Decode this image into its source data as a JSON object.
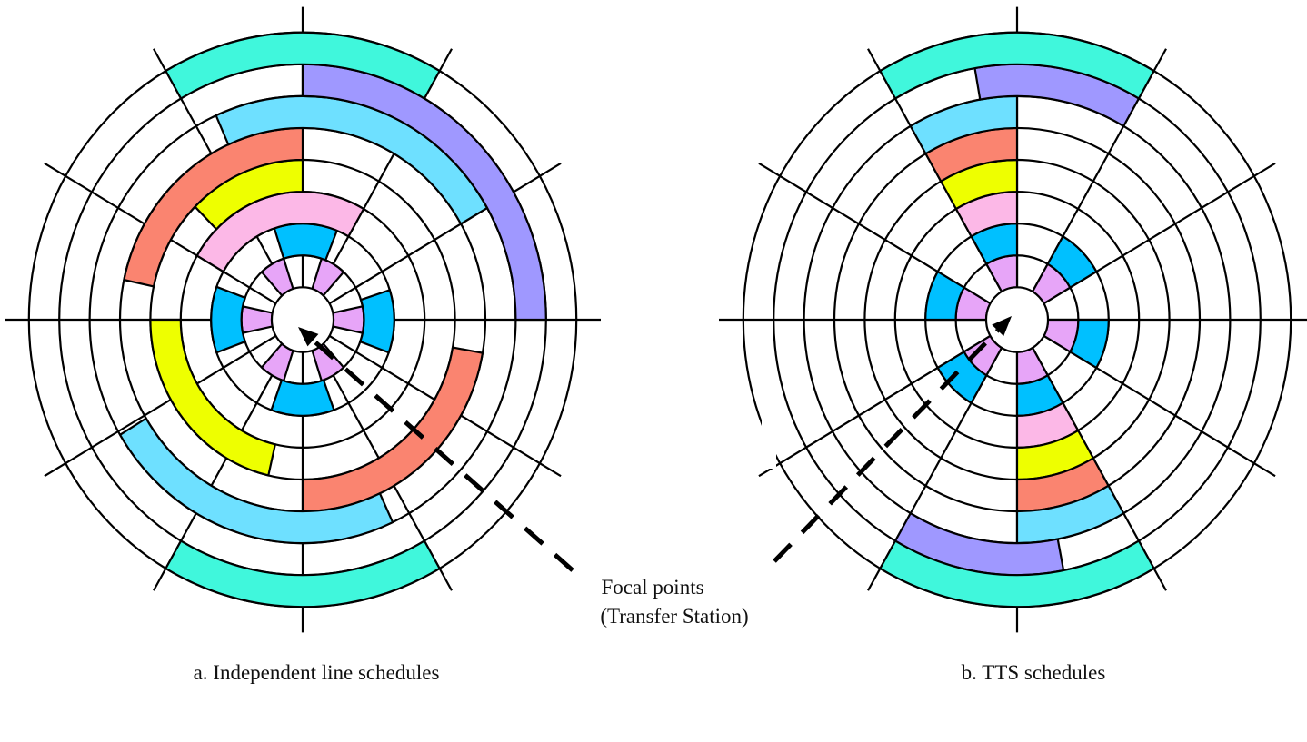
{
  "colors": {
    "teal": "#40F7DC",
    "purple": "#9F98FF",
    "lightblue": "#6EE0FF",
    "red": "#FA8470",
    "yellow": "#EEFF00",
    "pink": "#FCB8E7",
    "blue": "#00C0FF",
    "violet": "#E7A5F8"
  },
  "rings": 8,
  "spokes": 12,
  "focal_label": {
    "line1": "Focal points",
    "line2": "(Transfer Station)"
  },
  "diagrams": [
    {
      "caption": "a. Independent line schedules",
      "segments": [
        {
          "ring": 1,
          "start": -42,
          "end": -18,
          "color": "violet"
        },
        {
          "ring": 1,
          "start": 18,
          "end": 42,
          "color": "violet"
        },
        {
          "ring": 1,
          "start": 78,
          "end": 102,
          "color": "violet"
        },
        {
          "ring": 1,
          "start": 138,
          "end": 162,
          "color": "violet"
        },
        {
          "ring": 1,
          "start": 198,
          "end": 222,
          "color": "violet"
        },
        {
          "ring": 1,
          "start": 258,
          "end": 282,
          "color": "violet"
        },
        {
          "ring": 2,
          "start": -18,
          "end": 22,
          "color": "blue"
        },
        {
          "ring": 2,
          "start": 72,
          "end": 110,
          "color": "blue"
        },
        {
          "ring": 2,
          "start": 160,
          "end": 200,
          "color": "blue"
        },
        {
          "ring": 2,
          "start": 250,
          "end": 290,
          "color": "blue"
        },
        {
          "ring": 3,
          "start": -60,
          "end": 30,
          "color": "pink"
        },
        {
          "ring": 4,
          "start": -45,
          "end": 0,
          "color": "yellow"
        },
        {
          "ring": 4,
          "start": 193,
          "end": 270,
          "color": "yellow"
        },
        {
          "ring": 5,
          "start": -78,
          "end": 0,
          "color": "red"
        },
        {
          "ring": 5,
          "start": 100,
          "end": 180,
          "color": "red"
        },
        {
          "ring": 6,
          "start": -24,
          "end": 60,
          "color": "lightblue"
        },
        {
          "ring": 6,
          "start": 155,
          "end": 239,
          "color": "lightblue"
        },
        {
          "ring": 7,
          "start": 0,
          "end": 90,
          "color": "purple"
        },
        {
          "ring": 8,
          "start": -30,
          "end": 30,
          "color": "teal"
        },
        {
          "ring": 8,
          "start": 150,
          "end": 210,
          "color": "teal"
        }
      ]
    },
    {
      "caption": "b. TTS schedules",
      "segments": [
        {
          "ring": 1,
          "start": -30,
          "end": 0,
          "color": "violet"
        },
        {
          "ring": 1,
          "start": 30,
          "end": 60,
          "color": "violet"
        },
        {
          "ring": 1,
          "start": 90,
          "end": 120,
          "color": "violet"
        },
        {
          "ring": 1,
          "start": 150,
          "end": 180,
          "color": "violet"
        },
        {
          "ring": 1,
          "start": 210,
          "end": 240,
          "color": "violet"
        },
        {
          "ring": 1,
          "start": 270,
          "end": 300,
          "color": "violet"
        },
        {
          "ring": 2,
          "start": -30,
          "end": 0,
          "color": "blue"
        },
        {
          "ring": 2,
          "start": 30,
          "end": 60,
          "color": "blue"
        },
        {
          "ring": 2,
          "start": 90,
          "end": 120,
          "color": "blue"
        },
        {
          "ring": 2,
          "start": 150,
          "end": 180,
          "color": "blue"
        },
        {
          "ring": 2,
          "start": 210,
          "end": 240,
          "color": "blue"
        },
        {
          "ring": 2,
          "start": 270,
          "end": 300,
          "color": "blue"
        },
        {
          "ring": 3,
          "start": -30,
          "end": 0,
          "color": "pink"
        },
        {
          "ring": 3,
          "start": 150,
          "end": 180,
          "color": "pink"
        },
        {
          "ring": 4,
          "start": -30,
          "end": 0,
          "color": "yellow"
        },
        {
          "ring": 4,
          "start": 150,
          "end": 180,
          "color": "yellow"
        },
        {
          "ring": 5,
          "start": -30,
          "end": 0,
          "color": "red"
        },
        {
          "ring": 5,
          "start": 150,
          "end": 180,
          "color": "red"
        },
        {
          "ring": 6,
          "start": -30,
          "end": 0,
          "color": "lightblue"
        },
        {
          "ring": 6,
          "start": 150,
          "end": 180,
          "color": "lightblue"
        },
        {
          "ring": 7,
          "start": -10,
          "end": 30,
          "color": "purple"
        },
        {
          "ring": 7,
          "start": 169,
          "end": 210,
          "color": "purple"
        },
        {
          "ring": 8,
          "start": -30,
          "end": 30,
          "color": "teal"
        },
        {
          "ring": 8,
          "start": 150,
          "end": 210,
          "color": "teal"
        }
      ]
    }
  ]
}
